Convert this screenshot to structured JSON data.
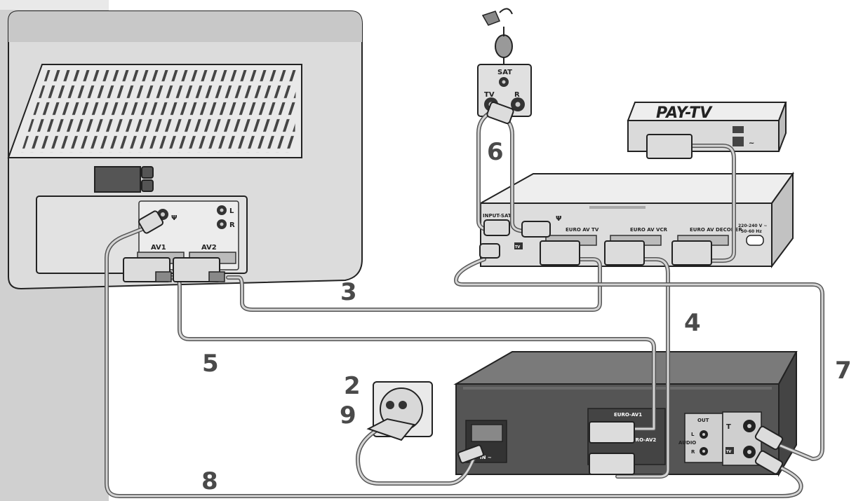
{
  "labels": {
    "tv_port_l": "L",
    "tv_port_r": "R",
    "tv_av1": "AV1",
    "tv_av2": "AV2",
    "pay_tv": "PAY-TV",
    "sat": "SAT",
    "wall_tv": "TV",
    "wall_r": "R",
    "input_sat": "INPUT-SAT",
    "rx_tv": "TV",
    "euro_av_tv": "EURO AV TV",
    "euro_av_vcr": "EURO AV VCR",
    "euro_av_decoder": "EURO AV DECODER",
    "voltage_1": "220-240 V ~",
    "voltage_2": "50-60 Hz",
    "vcr_euro_av1": "EURO-AV1",
    "vcr_euro_av2": "URO-AV2",
    "vcr_out": "OUT",
    "vcr_audio": "AUDIO",
    "vcr_l": "L",
    "vcr_r": "R",
    "vcr_tv": "TV",
    "vcr_mains": "IN ~"
  },
  "callouts": [
    "2",
    "9",
    "3",
    "4",
    "5",
    "6",
    "7",
    "8"
  ],
  "colors": {
    "device_light": "#e4e4e4",
    "device_mid": "#c9c9c9",
    "device_dark": "#5a5a5a",
    "cable": "#555555",
    "accent_block": "#d0d0d0"
  },
  "icons": [
    "antenna-symbol-icon",
    "satellite-dish-icon",
    "mains-symbol-icon",
    "ac-socket-icon"
  ]
}
